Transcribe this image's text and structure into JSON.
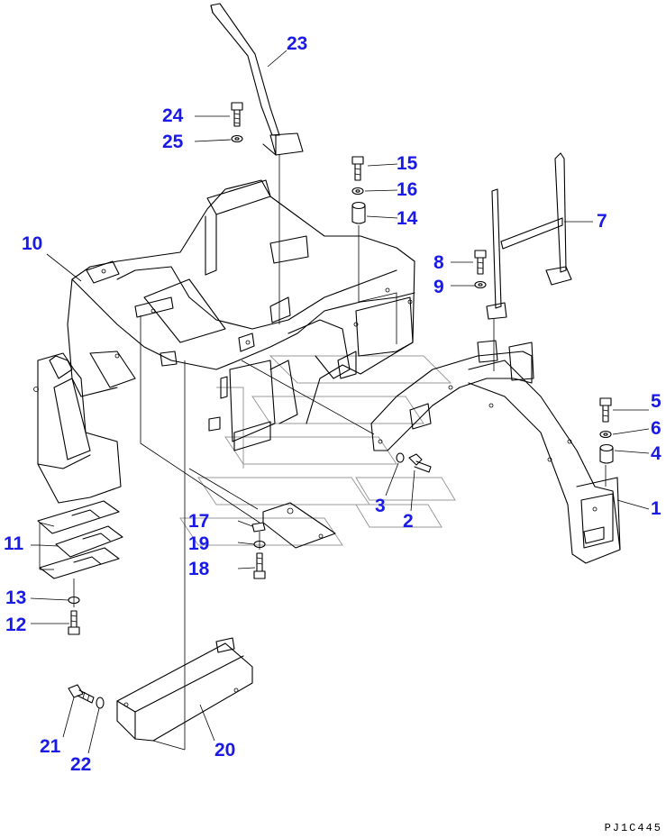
{
  "figure_code": "PJ1C445",
  "colors": {
    "callout": "#1a1ae6",
    "line": "#000000",
    "watermark": "#9a9a9a"
  },
  "callouts": [
    {
      "id": "c23",
      "label": "23"
    },
    {
      "id": "c24",
      "label": "24"
    },
    {
      "id": "c25",
      "label": "25"
    },
    {
      "id": "c15",
      "label": "15"
    },
    {
      "id": "c16",
      "label": "16"
    },
    {
      "id": "c14",
      "label": "14"
    },
    {
      "id": "c7",
      "label": "7"
    },
    {
      "id": "c8",
      "label": "8"
    },
    {
      "id": "c9",
      "label": "9"
    },
    {
      "id": "c10",
      "label": "10"
    },
    {
      "id": "c5",
      "label": "5"
    },
    {
      "id": "c6",
      "label": "6"
    },
    {
      "id": "c4",
      "label": "4"
    },
    {
      "id": "c1",
      "label": "1"
    },
    {
      "id": "c3",
      "label": "3"
    },
    {
      "id": "c2",
      "label": "2"
    },
    {
      "id": "c17",
      "label": "17"
    },
    {
      "id": "c19",
      "label": "19"
    },
    {
      "id": "c18",
      "label": "18"
    },
    {
      "id": "c11",
      "label": "11"
    },
    {
      "id": "c13",
      "label": "13"
    },
    {
      "id": "c12",
      "label": "12"
    },
    {
      "id": "c21",
      "label": "21"
    },
    {
      "id": "c22",
      "label": "22"
    },
    {
      "id": "c20",
      "label": "20"
    }
  ]
}
